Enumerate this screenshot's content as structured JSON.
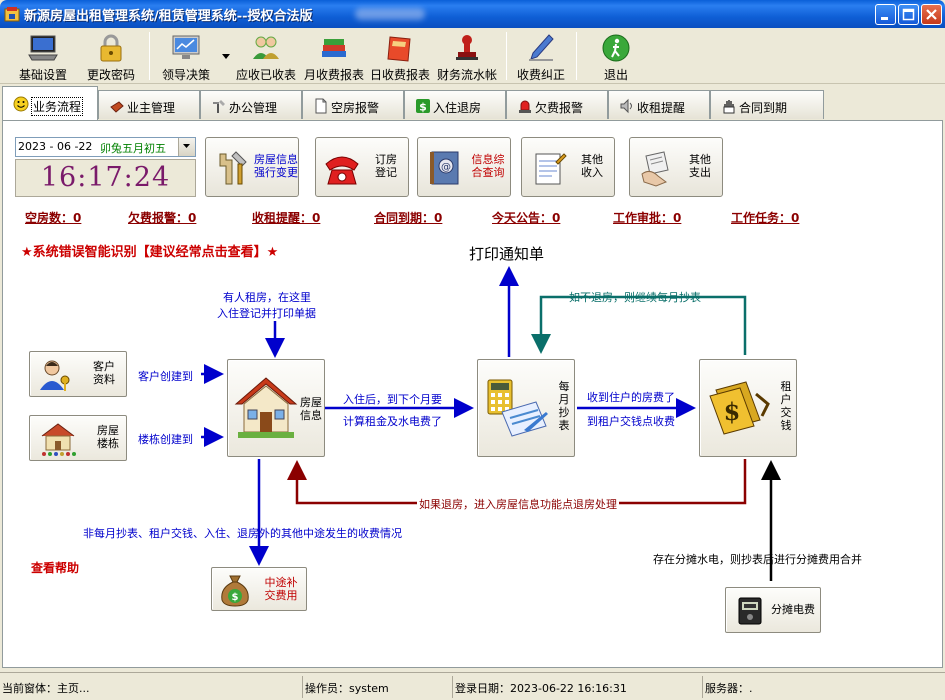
{
  "window": {
    "title": "新源房屋出租管理系统/租赁管理系统--授权合法版",
    "buttons": [
      "minimize",
      "maximize",
      "close"
    ]
  },
  "toolbar": {
    "items": [
      {
        "label": "基础设置",
        "icon": "computer-icon"
      },
      {
        "label": "更改密码",
        "icon": "lock-icon"
      },
      {
        "label": "领导决策",
        "icon": "monitor-chart-icon",
        "dropdown": true
      },
      {
        "label": "应收已收表",
        "icon": "people-icon"
      },
      {
        "label": "月收费报表",
        "icon": "books-icon"
      },
      {
        "label": "日收费报表",
        "icon": "notebook-icon"
      },
      {
        "label": "财务流水帐",
        "icon": "stamp-icon"
      },
      {
        "label": "收费纠正",
        "icon": "pen-icon"
      },
      {
        "label": "退出",
        "icon": "exit-icon"
      }
    ]
  },
  "tabs": [
    {
      "label": "业务流程",
      "icon": "smiley-icon",
      "active": true
    },
    {
      "label": "业主管理",
      "icon": "hand-icon"
    },
    {
      "label": "办公管理",
      "icon": "tools-icon"
    },
    {
      "label": "空房报警",
      "icon": "document-icon"
    },
    {
      "label": "入住退房",
      "icon": "dollar-icon"
    },
    {
      "label": "欠费报警",
      "icon": "alarm-icon"
    },
    {
      "label": "收租提醒",
      "icon": "speaker-icon"
    },
    {
      "label": "合同到期",
      "icon": "hand-stop-icon"
    }
  ],
  "date": {
    "value": "2023 - 06 -22",
    "lunar": "卯兔五月初五"
  },
  "clock": "16:17:24",
  "quick_buttons": [
    {
      "label": "房屋信息\n强行变更",
      "icon": "tools-icon",
      "color": "#0000cc"
    },
    {
      "label": "订房\n登记",
      "icon": "phone-icon",
      "color": "#000000"
    },
    {
      "label": "信息综\n合查询",
      "icon": "address-book-icon",
      "color": "#c00000"
    },
    {
      "label": "其他\n收入",
      "icon": "notepad-icon",
      "color": "#000000"
    },
    {
      "label": "其他\n支出",
      "icon": "payment-icon",
      "color": "#000000"
    }
  ],
  "stats": [
    {
      "label": "空房数：",
      "value": "0"
    },
    {
      "label": "欠费报警：",
      "value": "0"
    },
    {
      "label": "收租提醒：",
      "value": "0"
    },
    {
      "label": "合同到期：",
      "value": "0"
    },
    {
      "label": "今天公告：",
      "value": "0"
    },
    {
      "label": "工作审批：",
      "value": "0"
    },
    {
      "label": "工作任务：",
      "value": "0"
    }
  ],
  "system_diag": "★系统错误智能识别【建议经常点击查看】★",
  "help_link": "查看帮助",
  "flow": {
    "nodes": {
      "client": "客户\n资料",
      "building": "房屋\n楼栋",
      "house_info": "房屋\n信息",
      "meter": "每\n月\n抄\n表",
      "tenant_pay": "租\n户\n交\n钱",
      "extra_fee": "中途补\n交费用",
      "shared_power": "分摊电费"
    },
    "labels": {
      "print_notice": "打印通知单",
      "rent_register_1": "有人租房，在这里",
      "rent_register_2": "入住登记并打印单据",
      "client_created": "客户创建到",
      "building_created": "楼栋创建到",
      "after_checkin_1": "入住后，到下个月要",
      "after_checkin_2": "计算租金及水电费了",
      "collect_1": "收到住户的房费了",
      "collect_2": "到租户交钱点收费",
      "continue_meter": "如不退房，则继续每月抄表",
      "checkout": "如果退房，进入房屋信息功能点退房处理",
      "other_fees": "非每月抄表、租户交钱、入住、退房外的其他中途发生的收费情况",
      "shared_merge": "存在分摊水电，则抄表后进行分摊费用合并"
    }
  },
  "statusbar": {
    "window": "当前窗体：主页...",
    "operator": "操作员：system",
    "login": "登录日期：2023-06-22 16:16:31",
    "server": "服务器：."
  }
}
